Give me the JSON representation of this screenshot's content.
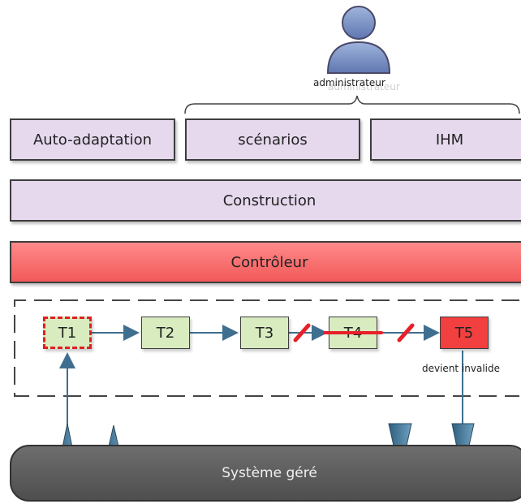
{
  "user": {
    "icon": "person-icon",
    "label": "administrateur",
    "label_shadow": "administrateur"
  },
  "layers": {
    "auto_adaptation": "Auto-adaptation",
    "scenarios": "scénarios",
    "ihm": "IHM",
    "construction": "Construction",
    "controleur": "Contrôleur",
    "systeme": "Système géré"
  },
  "tasks": [
    {
      "label": "T1",
      "state": "pending"
    },
    {
      "label": "T2",
      "state": "valid"
    },
    {
      "label": "T3",
      "state": "valid"
    },
    {
      "label": "T4",
      "state": "struck"
    },
    {
      "label": "T5",
      "state": "invalid"
    }
  ],
  "invalid_note": "devient invalide",
  "colors": {
    "purple": "#e6d9ee",
    "red": "#f25a5a",
    "green": "#d8ecc0",
    "arrow": "#3f6f8f",
    "strike": "#e8202a"
  }
}
